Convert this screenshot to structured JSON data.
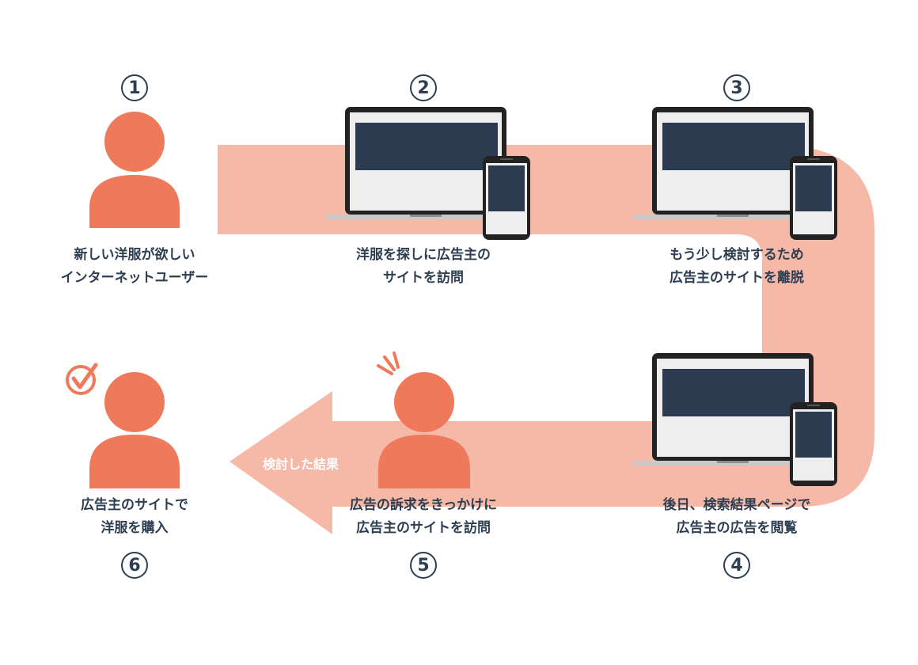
{
  "steps": [
    {
      "number": "1",
      "lines": [
        "新しい洋服が欲しい",
        "インターネットユーザー"
      ]
    },
    {
      "number": "2",
      "lines": [
        "洋服を探しに広告主の",
        "サイトを訪問"
      ]
    },
    {
      "number": "3",
      "lines": [
        "もう少し検討するため",
        "広告主のサイトを離脱"
      ]
    },
    {
      "number": "4",
      "lines": [
        "後日、検索結果ページで",
        "広告主の広告を閲覧"
      ]
    },
    {
      "number": "5",
      "lines": [
        "広告の訴求をきっかけに",
        "広告主のサイトを訪問"
      ]
    },
    {
      "number": "6",
      "lines": [
        "広告主のサイトで",
        "洋服を購入"
      ]
    }
  ],
  "arrow_label": "検討した結果",
  "colors": {
    "path": "#f6b9a8",
    "person": "#ee7a5b",
    "dark": "#2d3e50",
    "screen": "#2c3b4f",
    "white": "#ffffff"
  }
}
